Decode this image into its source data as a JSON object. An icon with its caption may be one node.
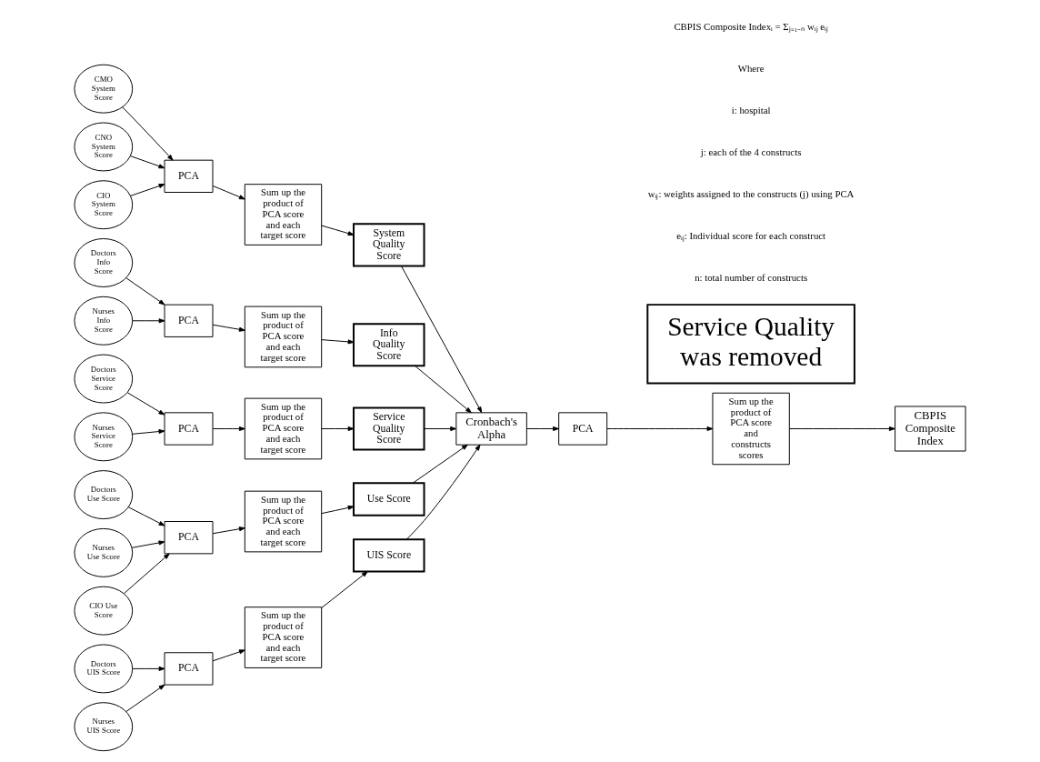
{
  "diagram": {
    "nodes": [
      {
        "text": [
          "CMO System Score"
        ]
      },
      {
        "text": [
          "CNO System Score"
        ]
      },
      {
        "text": [
          "CIO System Score"
        ]
      },
      {
        "text": [
          "PCA"
        ]
      },
      {
        "text": [
          "Sum up the product of PCA score and each target score"
        ]
      },
      {
        "text": [
          "System Quality Score"
        ]
      },
      {
        "text": [
          "Doctors Info Score"
        ]
      },
      {
        "text": [
          "Nurses Info Score"
        ]
      },
      {
        "text": [
          "PCA"
        ]
      },
      {
        "text": [
          "Sum up the product of PCA score and each target score"
        ]
      },
      {
        "text": [
          "Info Quality Score"
        ]
      },
      {
        "text": [
          "Doctors Service Score"
        ]
      },
      {
        "text": [
          "Nurses Service Score"
        ]
      },
      {
        "text": [
          "PCA"
        ]
      },
      {
        "text": [
          "Sum up the product of PCA score and each target score"
        ]
      },
      {
        "text": [
          "Service Quality Score"
        ]
      },
      {
        "text": [
          "Doctors Use Score"
        ]
      },
      {
        "text": [
          "Nurses Use Score"
        ]
      },
      {
        "text": [
          "CIO Use Score"
        ]
      },
      {
        "text": [
          "PCA"
        ]
      },
      {
        "text": [
          "Sum up the product of PCA score and each target score"
        ]
      },
      {
        "text": [
          "Use Score"
        ]
      },
      {
        "text": [
          "Doctors UIS Score"
        ]
      },
      {
        "text": [
          "Nurses UIS Score"
        ]
      },
      {
        "text": [
          "PCA"
        ]
      },
      {
        "text": [
          "Sum up the product of PCA score and each target score"
        ]
      },
      {
        "text": [
          "UIS Score"
        ]
      },
      {
        "text": [
          "Service Quality was removed"
        ]
      },
      {
        "text": [
          "Cronbach's Alpha"
        ]
      },
      {
        "text": [
          "PCA"
        ]
      },
      {
        "text": [
          "Sum up the product of PCA score and constructs scores"
        ]
      },
      {
        "text": [
          "CBPIS Composite Index"
        ]
      }
    ],
    "edges": [
      {
        "from": 0,
        "to": 3,
        "arrow": "to"
      },
      {
        "from": 1,
        "to": 3,
        "arrow": "to"
      },
      {
        "from": 2,
        "to": 3,
        "arrow": "to"
      },
      {
        "from": 3,
        "to": 4,
        "arrow": "to"
      },
      {
        "from": 4,
        "to": 5,
        "arrow": "to"
      },
      {
        "from": 6,
        "to": 8,
        "arrow": "to"
      },
      {
        "from": 7,
        "to": 8,
        "arrow": "to"
      },
      {
        "from": 8,
        "to": 9,
        "arrow": "to"
      },
      {
        "from": 9,
        "to": 10,
        "arrow": "to"
      },
      {
        "from": 11,
        "to": 13,
        "arrow": "to"
      },
      {
        "from": 12,
        "to": 13,
        "arrow": "to"
      },
      {
        "from": 13,
        "to": 14,
        "arrow": "to"
      },
      {
        "from": 14,
        "to": 15,
        "arrow": "to"
      },
      {
        "from": 16,
        "to": 19,
        "arrow": "to"
      },
      {
        "from": 17,
        "to": 19,
        "arrow": "to"
      },
      {
        "from": 18,
        "to": 19,
        "arrow": "to"
      },
      {
        "from": 19,
        "to": 20,
        "arrow": "to"
      },
      {
        "from": 20,
        "to": 21,
        "arrow": "to"
      },
      {
        "from": 22,
        "to": 24,
        "arrow": "to"
      },
      {
        "from": 23,
        "to": 24,
        "arrow": "to"
      },
      {
        "from": 24,
        "to": 25,
        "arrow": "to"
      },
      {
        "from": 25,
        "to": 26,
        "arrow": "to"
      },
      {
        "from": 5,
        "to": 28,
        "arrow": "to"
      },
      {
        "from": 10,
        "to": 28,
        "arrow": "to"
      },
      {
        "from": 15,
        "to": 28,
        "arrow": "to"
      },
      {
        "from": 21,
        "to": 28,
        "arrow": "to"
      },
      {
        "from": 26,
        "to": 28,
        "arrow": "to"
      },
      {
        "from": 28,
        "to": 29,
        "arrow": "to"
      },
      {
        "from": 29,
        "to": 30,
        "arrow": "to"
      },
      {
        "from": 30,
        "to": 31,
        "arrow": "to"
      }
    ],
    "labels": [
      "CBPIS Composite Indexᵢ = Σⱼ₌₁₋ₙ wᵢⱼ eᵢⱼ",
      "Where",
      "i: hospital",
      "j: each of the 4 constructs",
      "wᵢⱼ: weights assigned to the constructs (j) using PCA",
      "eᵢⱼ: Individual score for each construct",
      "n: total number of constructs"
    ]
  }
}
